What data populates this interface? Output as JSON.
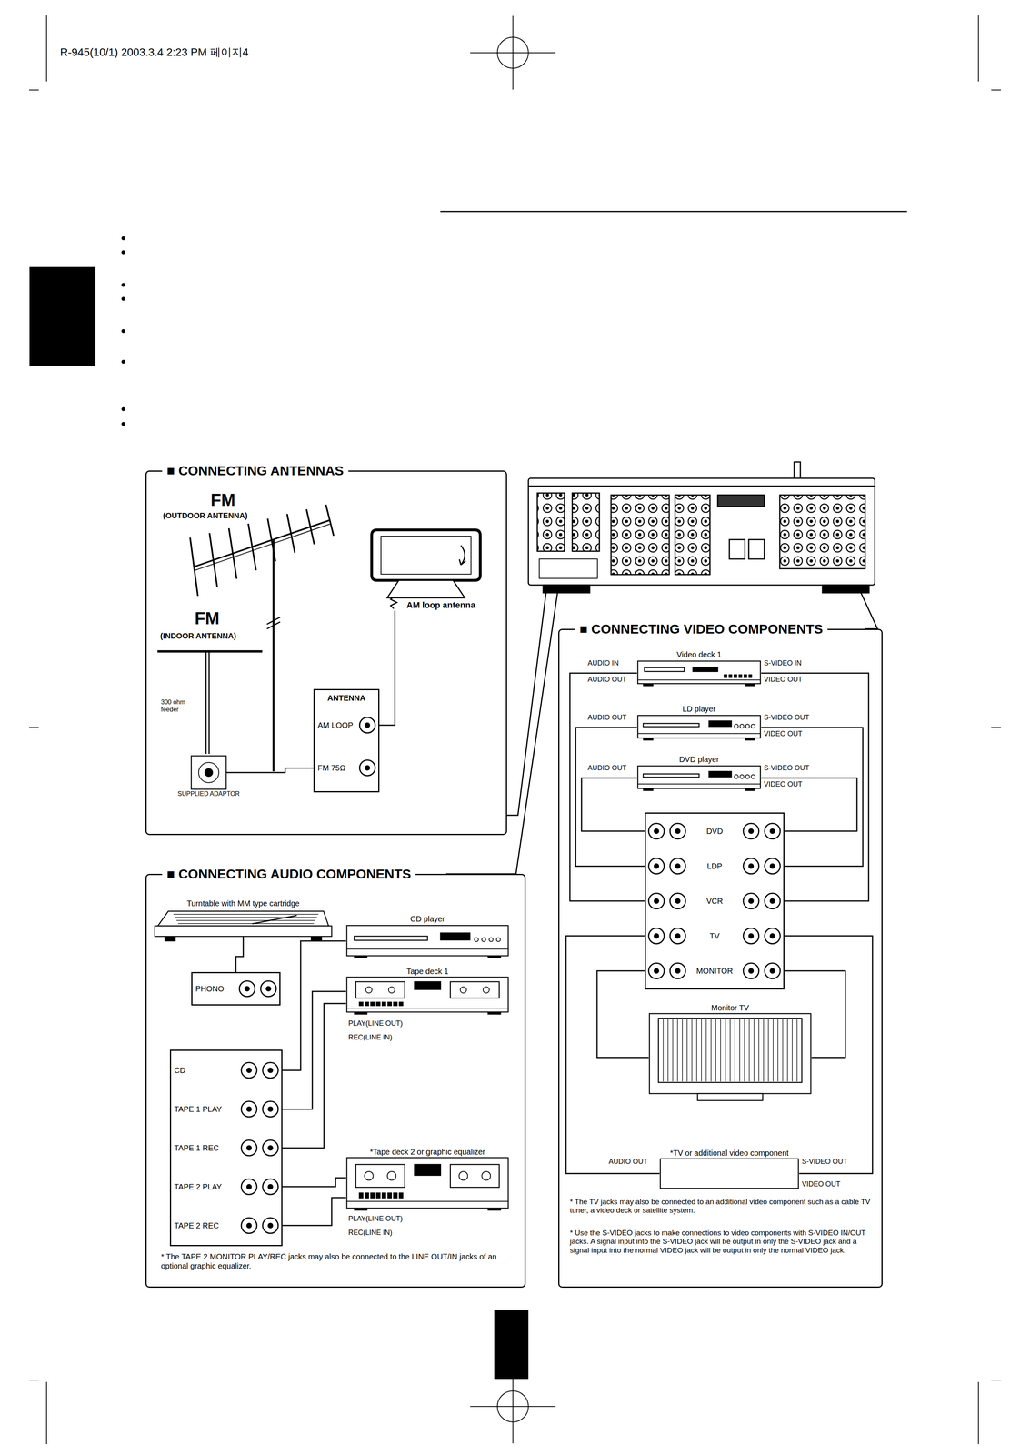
{
  "diagram": {
    "nodes": [
      {
        "text": [
          "■ CONNECTING ANTENNAS"
        ]
      },
      {
        "text": [
          "AM loop antenna"
        ],
        "in": 0
      },
      {
        "text": [
          "ANTENNA",
          "AM LOOP",
          "FM 75Ω"
        ],
        "in": 0
      },
      {
        "text": [
          "SUPPLIED ADAPTOR"
        ],
        "in": 0
      },
      {
        "text": [
          "■ CONNECTING VIDEO COMPONENTS"
        ]
      },
      {
        "text": [
          "Video deck 1"
        ],
        "in": 4
      },
      {
        "text": [
          "LD player"
        ],
        "in": 4
      },
      {
        "text": [
          "DVD player"
        ],
        "in": 4
      },
      {
        "text": [
          "DVD",
          "LDP",
          "VCR",
          "TV",
          "MONITOR"
        ],
        "in": 4
      },
      {
        "text": [
          "Monitor TV"
        ],
        "in": 4
      },
      {
        "text": [
          "*TV or additional video component"
        ],
        "in": 4
      },
      {
        "text": [
          "■ CONNECTING AUDIO COMPONENTS"
        ]
      },
      {
        "text": [
          "Turntable with MM type cartridge"
        ],
        "in": 11
      },
      {
        "text": [
          "CD player"
        ],
        "in": 11
      },
      {
        "text": [
          "Tape deck 1"
        ],
        "in": 11
      },
      {
        "text": [
          "PHONO"
        ],
        "in": 11
      },
      {
        "text": [
          "CD",
          "TAPE 1 PLAY",
          "TAPE 1 REC",
          "TAPE 2 PLAY",
          "TAPE 2 REC"
        ],
        "in": 11
      },
      {
        "text": [
          "*Tape deck 2 or graphic equalizer"
        ],
        "in": 11
      }
    ],
    "edges": [
      {
        "from": 1,
        "to": 2,
        "arrow": "none"
      },
      {
        "from": 3,
        "to": 2,
        "arrow": "none"
      },
      {
        "from": 5,
        "to": 8,
        "arrow": "none"
      },
      {
        "from": 5,
        "to": 8,
        "arrow": "none"
      },
      {
        "from": 6,
        "to": 8,
        "arrow": "none"
      },
      {
        "from": 6,
        "to": 8,
        "arrow": "none"
      },
      {
        "from": 7,
        "to": 8,
        "arrow": "none"
      },
      {
        "from": 7,
        "to": 8,
        "arrow": "none"
      },
      {
        "from": 8,
        "to": 9,
        "arrow": "none"
      },
      {
        "from": 8,
        "to": 9,
        "arrow": "none"
      },
      {
        "from": 10,
        "to": 8,
        "arrow": "none"
      },
      {
        "from": 10,
        "to": 8,
        "arrow": "none"
      },
      {
        "from": 12,
        "to": 15,
        "arrow": "none"
      },
      {
        "from": 13,
        "to": 16,
        "arrow": "none"
      },
      {
        "from": 14,
        "to": 16,
        "label": "PLAY(LINE OUT)",
        "arrow": "none"
      },
      {
        "from": 14,
        "to": 16,
        "label": "REC(LINE IN)",
        "arrow": "none"
      },
      {
        "from": 17,
        "to": 16,
        "label": "PLAY(LINE OUT)",
        "arrow": "none"
      },
      {
        "from": 17,
        "to": 16,
        "label": "REC(LINE IN)",
        "arrow": "none"
      }
    ],
    "labels": [
      "R-945(10/1) 2003.3.4 2:23 PM 페이지4",
      "FM",
      "(OUTDOOR ANTENNA)",
      "FM",
      "(INDOOR ANTENNA)",
      "300 ohm feeder",
      "AUDIO IN",
      "AUDIO OUT",
      "S-VIDEO IN",
      "VIDEO OUT",
      "AUDIO OUT",
      "S-VIDEO OUT",
      "VIDEO OUT",
      "AUDIO OUT",
      "S-VIDEO OUT",
      "VIDEO OUT",
      "AUDIO OUT",
      "S-VIDEO OUT",
      "VIDEO OUT",
      "* The TV jacks may also be connected to an additional video component such as a cable TV tuner, a video deck or satellite system.",
      "* Use the S-VIDEO jacks to make connections to video components with S-VIDEO IN/OUT jacks. A signal input into the S-VIDEO jack will be output in only the S-VIDEO jack and a signal input into the normal VIDEO jack will be output in only the normal VIDEO jack.",
      "* The TAPE 2 MONITOR PLAY/REC jacks may also be connected to the LINE OUT/IN jacks of an optional graphic equalizer."
    ]
  }
}
